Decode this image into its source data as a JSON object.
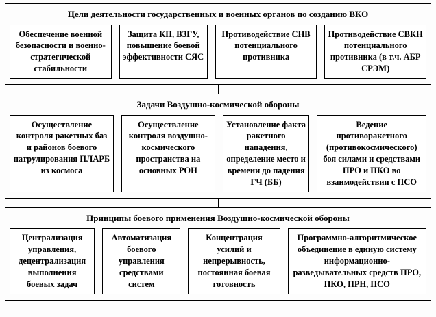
{
  "sections": [
    {
      "title": "Цели деятельности государственных и военных органов по созданию ВКО",
      "items": [
        "Обеспечение военной безопасности и военно-стратегической стабильности",
        "Защита КП, ВЗГУ, повышение боевой эффективности СЯС",
        "Противодействие СНВ потенциального противника",
        "Противодействие СВКН потенциального противника (в т.ч. АБР СРЭМ)"
      ]
    },
    {
      "title": "Задачи Воздушно-космической обороны",
      "items": [
        "Осуществление контроля ракетных баз и районов боевого патрулирования ПЛАРБ из космоса",
        "Осуществление контроля воздушно-космического пространства на основных РОН",
        "Установление факта ракетного нападения, определение место и времени до падения ГЧ (ББ)",
        "Ведение противоракетного (противокосмического) боя силами и средствами ПРО и ПКО во взаимодействии с ПСО"
      ]
    },
    {
      "title": "Принципы боевого применения Воздушно-космической обороны",
      "items": [
        "Централизация управления, децентрализация выполнения боевых задач",
        "Автоматизация боевого управления средствами систем",
        "Концентрация усилий и непрерывность, постоянная боевая готовность",
        "Программно-алгоритмическое объединение в единую систему информационно-разведывательных средств ПРО, ПКО, ПРН, ПСО"
      ]
    }
  ],
  "colors": {
    "border": "#000000",
    "background": "#fdfdfd",
    "cell_background": "#ffffff"
  }
}
